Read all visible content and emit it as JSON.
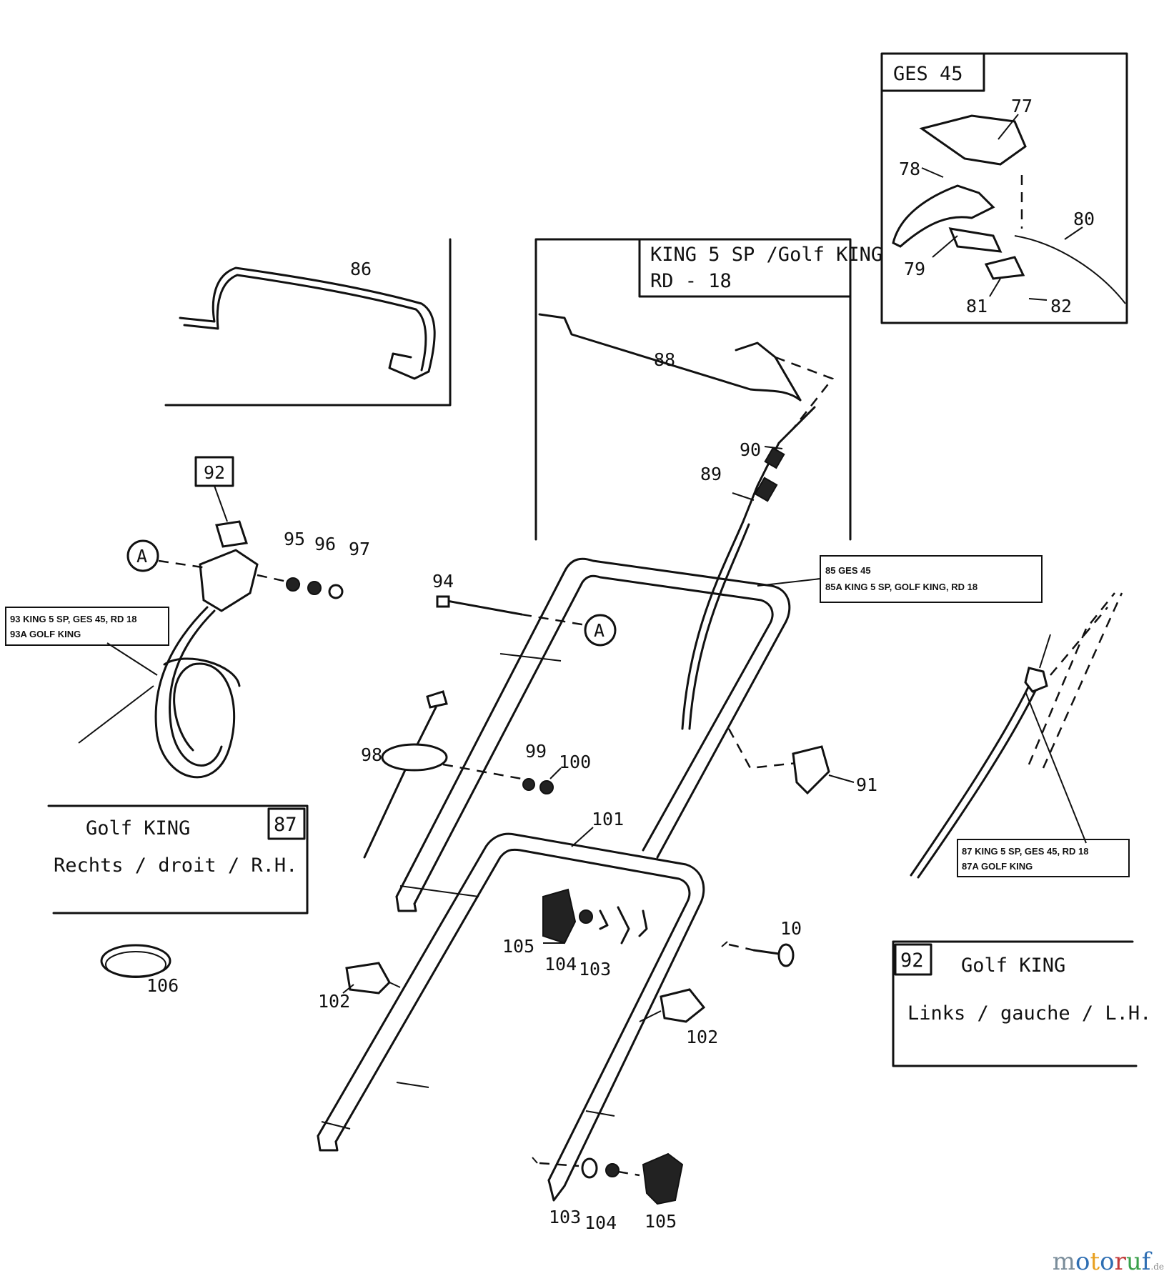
{
  "insets": {
    "ges45": {
      "title": "GES 45"
    },
    "king5sp": {
      "title_line1": "KING 5 SP /Golf KING",
      "title_line2": "RD - 18"
    },
    "golfking_right": {
      "number": "87",
      "line1": "Golf KING",
      "line2": "Rechts / droit / R.H."
    },
    "golfking_left": {
      "number": "92",
      "line1": "Golf KING",
      "line2": "Links / gauche / L.H."
    }
  },
  "callouts": {
    "c85_l1": "85  GES 45",
    "c85_l2": "85A  KING 5 SP, GOLF KING, RD 18",
    "c93_l1": "93  KING 5 SP, GES 45, RD 18",
    "c93_l2": "93A  GOLF KING",
    "c87_l1": "87  KING 5 SP, GES 45, RD 18",
    "c87_l2": "87A  GOLF KING"
  },
  "labels": {
    "p77": "77",
    "p78": "78",
    "p79": "79",
    "p80": "80",
    "p81": "81",
    "p82": "82",
    "p86": "86",
    "p88": "88",
    "p89": "89",
    "p90": "90",
    "p91": "91",
    "p92": "92",
    "p94": "94",
    "p95": "95",
    "p96": "96",
    "p97": "97",
    "p98": "98",
    "p99": "99",
    "p100": "100",
    "p101": "101",
    "p102a": "102",
    "p102b": "102",
    "p103a": "103",
    "p103b": "103",
    "p104a": "104",
    "p104b": "104",
    "p105a": "105",
    "p105b": "105",
    "p106": "106",
    "p10": "10",
    "refA1": "A",
    "refA2": "A"
  },
  "watermark": {
    "m": "m",
    "o": "o",
    "t": "t",
    "o2": "o",
    "r": "r",
    "u": "u",
    "f": "f",
    "domain": ".de"
  }
}
